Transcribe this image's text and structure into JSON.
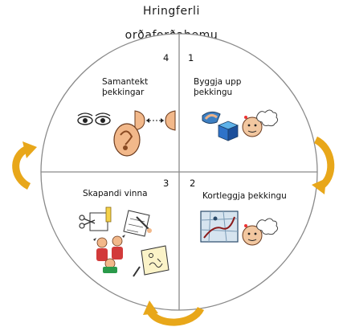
{
  "title": {
    "line1": "Hringferli",
    "line2": "orðaforðaþemu"
  },
  "quadrants": [
    {
      "number": "4",
      "label_line1": "Samantekt",
      "label_line2": "þekkingar",
      "icons": [
        "eyes-icon",
        "ear-icon",
        "listening-faces-icon"
      ]
    },
    {
      "number": "1",
      "label_line1": "Byggja upp",
      "label_line2": "þekkingu",
      "icons": [
        "building-hand-icon",
        "cubes-icon",
        "thinking-face-icon"
      ]
    },
    {
      "number": "2",
      "label_line1": "Kortleggja þekkingu",
      "label_line2": "",
      "icons": [
        "map-icon",
        "thinking-face-icon"
      ]
    },
    {
      "number": "3",
      "label_line1": "Skapandi vinna",
      "label_line2": "",
      "icons": [
        "cutting-icon",
        "writing-icon",
        "group-work-icon",
        "drawing-icon"
      ]
    }
  ],
  "colors": {
    "circle_stroke": "#8a8a8a",
    "arrow": "#e8a71a",
    "arrow_dark": "#c9870f"
  }
}
